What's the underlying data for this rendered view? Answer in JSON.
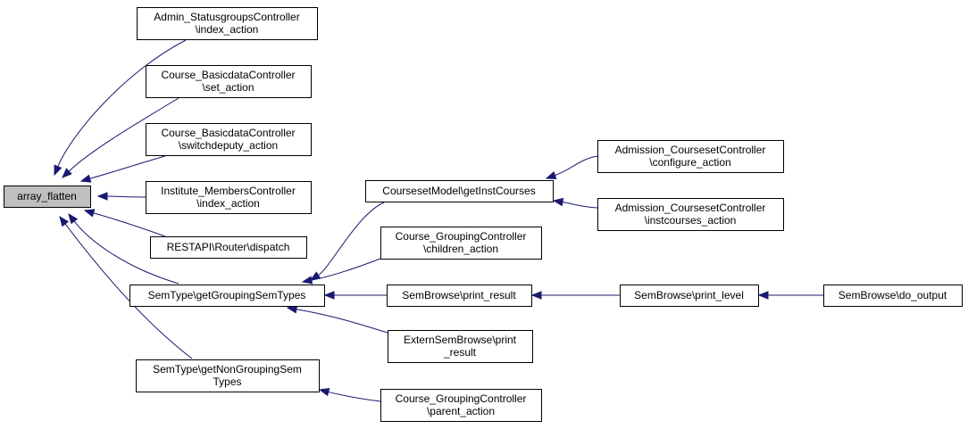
{
  "diagram": {
    "type": "call-graph",
    "colors": {
      "edge": "#191970",
      "root_fill": "#bfbfbf",
      "node_fill": "#ffffff",
      "border": "#000000"
    },
    "nodes": [
      {
        "id": "array_flatten",
        "lines": [
          "array_flatten"
        ],
        "root": true
      },
      {
        "id": "admin_statusgroups_index",
        "lines": [
          "Admin_StatusgroupsController",
          "\\index_action"
        ]
      },
      {
        "id": "course_basicdata_set",
        "lines": [
          "Course_BasicdataController",
          "\\set_action"
        ]
      },
      {
        "id": "course_basicdata_switchdeputy",
        "lines": [
          "Course_BasicdataController",
          "\\switchdeputy_action"
        ]
      },
      {
        "id": "institute_members_index",
        "lines": [
          "Institute_MembersController",
          "\\index_action"
        ]
      },
      {
        "id": "restapi_router_dispatch",
        "lines": [
          "RESTAPI\\Router\\dispatch"
        ]
      },
      {
        "id": "semtype_getgrouping",
        "lines": [
          "SemType\\getGroupingSemTypes"
        ]
      },
      {
        "id": "semtype_getnongrouping",
        "lines": [
          "SemType\\getNonGroupingSem",
          "Types"
        ]
      },
      {
        "id": "coursesetmodel_getinstcourses",
        "lines": [
          "CoursesetModel\\getInstCourses"
        ]
      },
      {
        "id": "course_grouping_children",
        "lines": [
          "Course_GroupingController",
          "\\children_action"
        ]
      },
      {
        "id": "sembrowse_print_result",
        "lines": [
          "SemBrowse\\print_result"
        ]
      },
      {
        "id": "externsembrowse_print_result",
        "lines": [
          "ExternSemBrowse\\print",
          "_result"
        ]
      },
      {
        "id": "course_grouping_parent",
        "lines": [
          "Course_GroupingController",
          "\\parent_action"
        ]
      },
      {
        "id": "admission_courseset_configure",
        "lines": [
          "Admission_CoursesetController",
          "\\configure_action"
        ]
      },
      {
        "id": "admission_courseset_instcourses",
        "lines": [
          "Admission_CoursesetController",
          "\\instcourses_action"
        ]
      },
      {
        "id": "sembrowse_print_level",
        "lines": [
          "SemBrowse\\print_level"
        ]
      },
      {
        "id": "sembrowse_do_output",
        "lines": [
          "SemBrowse\\do_output"
        ]
      }
    ],
    "edges": [
      {
        "from": "admin_statusgroups_index",
        "to": "array_flatten"
      },
      {
        "from": "course_basicdata_set",
        "to": "array_flatten"
      },
      {
        "from": "course_basicdata_switchdeputy",
        "to": "array_flatten"
      },
      {
        "from": "institute_members_index",
        "to": "array_flatten"
      },
      {
        "from": "restapi_router_dispatch",
        "to": "array_flatten"
      },
      {
        "from": "semtype_getgrouping",
        "to": "array_flatten"
      },
      {
        "from": "semtype_getnongrouping",
        "to": "array_flatten"
      },
      {
        "from": "coursesetmodel_getinstcourses",
        "to": "semtype_getgrouping"
      },
      {
        "from": "course_grouping_children",
        "to": "semtype_getgrouping"
      },
      {
        "from": "sembrowse_print_result",
        "to": "semtype_getgrouping"
      },
      {
        "from": "externsembrowse_print_result",
        "to": "semtype_getgrouping"
      },
      {
        "from": "course_grouping_parent",
        "to": "semtype_getnongrouping"
      },
      {
        "from": "admission_courseset_configure",
        "to": "coursesetmodel_getinstcourses"
      },
      {
        "from": "admission_courseset_instcourses",
        "to": "coursesetmodel_getinstcourses"
      },
      {
        "from": "sembrowse_print_level",
        "to": "sembrowse_print_result"
      },
      {
        "from": "sembrowse_do_output",
        "to": "sembrowse_print_level"
      }
    ]
  }
}
